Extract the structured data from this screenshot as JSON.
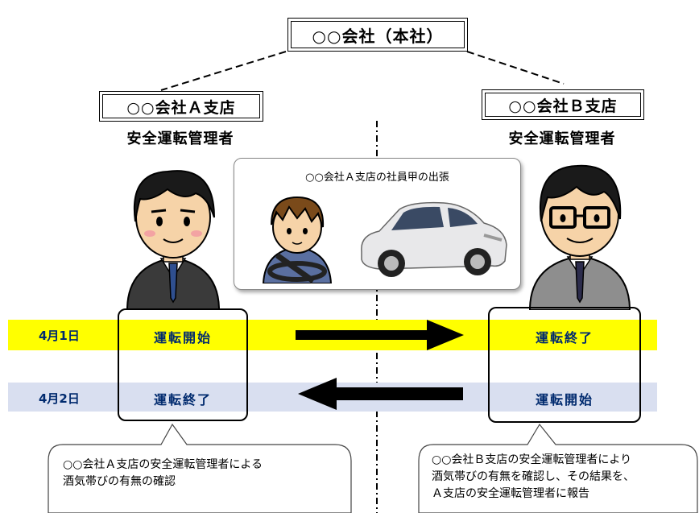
{
  "head_office": "○○会社（本社）",
  "branch_a": {
    "name": "○○会社Ａ支店",
    "role": "安全運転管理者"
  },
  "branch_b": {
    "name": "○○会社Ｂ支店",
    "role": "安全運転管理者"
  },
  "trip_caption": "○○会社Ａ支店の社員甲の出張",
  "day1": {
    "label": "4月1日",
    "a": "運転開始",
    "b": "運転終了"
  },
  "day2": {
    "label": "4月2日",
    "a": "運転終了",
    "b": "運転開始"
  },
  "callout_a": {
    "line1": "○○会社Ａ支店の安全運転管理者による",
    "line2": "酒気帯びの有無の確認"
  },
  "callout_b": {
    "line1": "○○会社Ｂ支店の安全運転管理者により",
    "line2": "酒気帯びの有無を確認し、その結果を、",
    "line3": "Ａ支店の安全運転管理者に報告"
  },
  "colors": {
    "yellow_band": "#ffff00",
    "blue_band": "#d9dff0",
    "label_text": "#002a6e"
  },
  "icons": [
    "manager-a-illustration",
    "manager-b-illustration",
    "driver-illustration",
    "car-illustration"
  ]
}
